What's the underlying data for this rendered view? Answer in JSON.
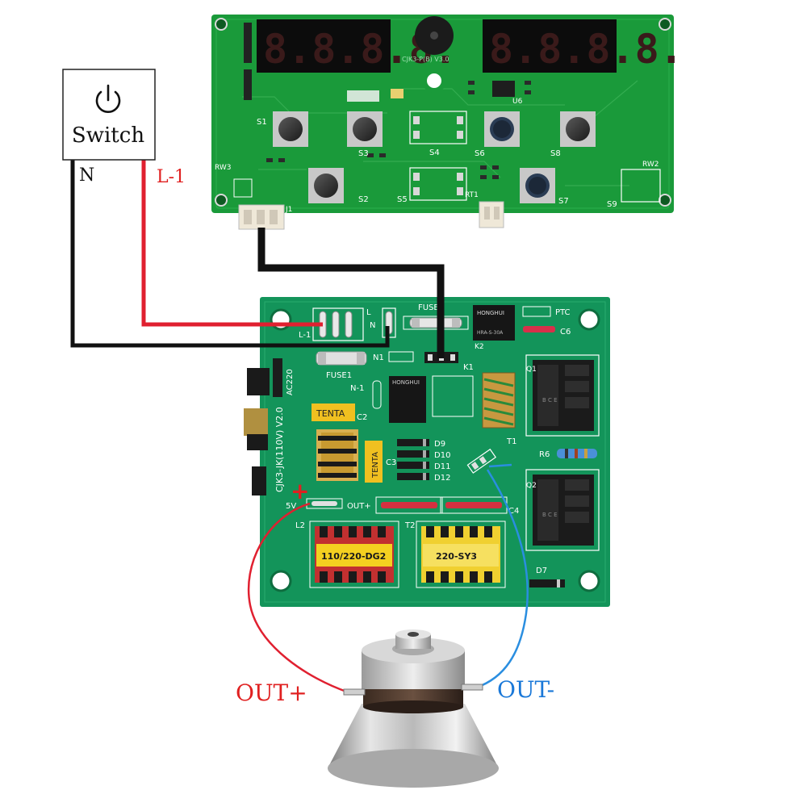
{
  "switch_box": {
    "label": "Switch",
    "icon": "power-icon"
  },
  "wire_labels": {
    "neutral": "N",
    "line": "L-1",
    "out_plus": "OUT+",
    "out_minus": "OUT-"
  },
  "display_board": {
    "revision": "CJK3-P(B) V3.0",
    "display_left_digits": "8.8.8.8.",
    "display_right_digits": "8.8.8.8.",
    "buttons": [
      "S1",
      "S2",
      "S3",
      "S4",
      "S5",
      "S6",
      "S7",
      "S8",
      "S9"
    ],
    "connector_j1": "J1",
    "rt1": "RT1",
    "rw2": "RW2",
    "rw3": "RW3",
    "u6": "U6"
  },
  "driver_board": {
    "model": "CJK3-JK(110V) V2.0",
    "ac220": "AC220",
    "l1": "L-1",
    "n": "N",
    "l": "L",
    "n1": "N1",
    "n_minus": "N-1",
    "fuse": "FUSE",
    "fuse1": "FUSE1",
    "ptc": "PTC",
    "k1": "K1",
    "k2": "K2",
    "c2": "C2",
    "c3": "C3",
    "c4": "C4",
    "c6": "C6",
    "q1": "Q1",
    "q2": "Q2",
    "r6": "R6",
    "t1": "T1",
    "t2": "T2",
    "l2": "L2",
    "d7": "D7",
    "diodes": [
      "D9",
      "D10",
      "D11",
      "D12"
    ],
    "tenta_1": "TENTA",
    "tenta_2": "TENTA",
    "relay_brand": "HONGHUI",
    "relay_model": "HRA-S-30A",
    "transistor_pins": "B C E",
    "five_v": "5V",
    "out_plus_silk": "OUT+",
    "plus_marker": "+",
    "transformer_l2": "110/220-DG2",
    "transformer_t2": "220-SY3"
  },
  "colors": {
    "pcb_display": "#1a9a3a",
    "pcb_driver": "#13945a",
    "wire_black": "#111111",
    "wire_red": "#e02030",
    "wire_blue": "#2a8ee0",
    "label_red": "#e02020",
    "label_blue": "#1a78d8"
  }
}
